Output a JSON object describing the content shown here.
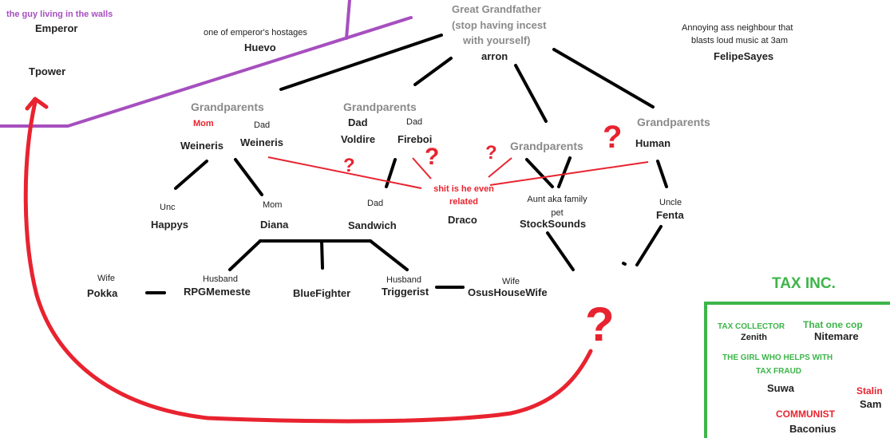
{
  "colors": {
    "line": "#000000",
    "purple": "#a64fbf",
    "red": "#e8232f",
    "green": "#3db54a",
    "gray": "#8a8a8a"
  },
  "top": {
    "walls_note": "the guy living in the walls",
    "emperor": "Emperor",
    "tpower": "Tpower",
    "hostage_note": "one of emperor's hostages",
    "huevo": "Huevo",
    "great_gf_title_1": "Great Grandfather",
    "great_gf_title_2": "(stop having incest",
    "great_gf_title_3": "with yourself)",
    "arron": "arron",
    "neighbour_note_1": "Annoying ass neighbour that",
    "neighbour_note_2": "blasts loud music at 3am",
    "felipe": "FelipeSayes"
  },
  "grandparents_left": {
    "label": "Grandparents",
    "mom_role": "Mom",
    "mom_name": "Weineris",
    "dad_role": "Dad",
    "dad_name": "Weineris"
  },
  "grandparents_mid": {
    "label": "Grandparents",
    "dad1_role": "Dad",
    "dad1_name": "Voldire",
    "dad2_role": "Dad",
    "dad2_name": "Fireboi"
  },
  "grandparents_right": {
    "label": "Grandparents",
    "label2": "Grandparents",
    "human": "Human"
  },
  "parents": {
    "unc_role": "Unc",
    "happys": "Happys",
    "mom_role": "Mom",
    "diana": "Diana",
    "dad_role": "Dad",
    "sandwich": "Sandwich",
    "related_note_1": "shit is he even",
    "related_note_2": "related",
    "draco": "Draco",
    "aunt_role_1": "Aunt aka family",
    "aunt_role_2": "pet",
    "stocksounds": "StockSounds",
    "uncle_role": "Uncle",
    "fenta": "Fenta"
  },
  "children": {
    "wife_role": "Wife",
    "pokka": "Pokka",
    "husband_role": "Husband",
    "rpg": "RPGMemeste",
    "bluefighter": "BlueFighter",
    "husband2_role": "Husband",
    "triggerist": "Triggerist",
    "wife2_role": "Wife",
    "osus": "OsusHouseWife"
  },
  "tax": {
    "title": "TAX INC.",
    "collector_role": "TAX COLLECTOR",
    "zenith": "Zenith",
    "cop_role": "That one cop",
    "nitemare": "Nitemare",
    "girl_role_1": "THE GIRL WHO HELPS WITH",
    "girl_role_2": "TAX FRAUD",
    "suwa": "Suwa",
    "stalin_role": "Stalin",
    "sam": "Sam",
    "communist_role": "COMMUNIST",
    "baconius": "Baconius"
  },
  "marks": {
    "question": "?"
  }
}
